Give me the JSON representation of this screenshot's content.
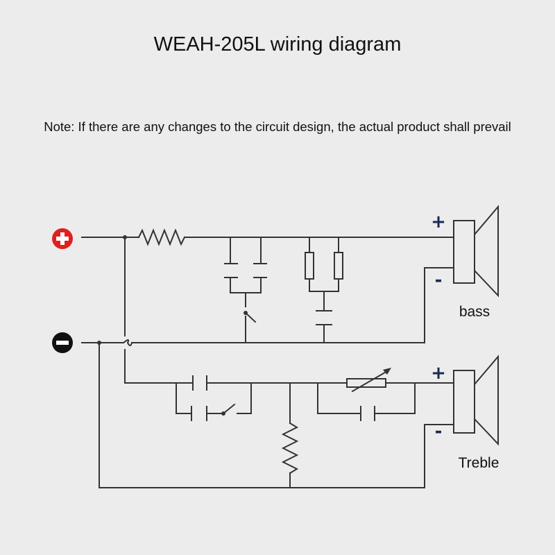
{
  "title": "WEAH-205L wiring diagram",
  "note": "Note: If there are any changes to the circuit design, the actual product shall prevail",
  "terminals": {
    "positive": {
      "symbol": "+",
      "color": "#e02020"
    },
    "negative": {
      "symbol": "−",
      "color": "#111111"
    }
  },
  "speakers": {
    "bass": {
      "label": "bass",
      "plus": "+",
      "minus": "-"
    },
    "treble": {
      "label": "Treble",
      "plus": "+",
      "minus": "-"
    }
  },
  "colors": {
    "wire": "#333333",
    "sign": "#1a2a55"
  }
}
